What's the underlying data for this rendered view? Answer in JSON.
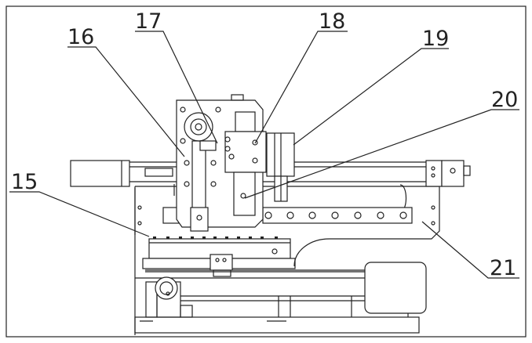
{
  "figure": {
    "labels": [
      {
        "id": "15",
        "text": "15"
      },
      {
        "id": "16",
        "text": "16"
      },
      {
        "id": "17",
        "text": "17"
      },
      {
        "id": "18",
        "text": "18"
      },
      {
        "id": "19",
        "text": "19"
      },
      {
        "id": "20",
        "text": "20"
      },
      {
        "id": "21",
        "text": "21"
      }
    ]
  }
}
